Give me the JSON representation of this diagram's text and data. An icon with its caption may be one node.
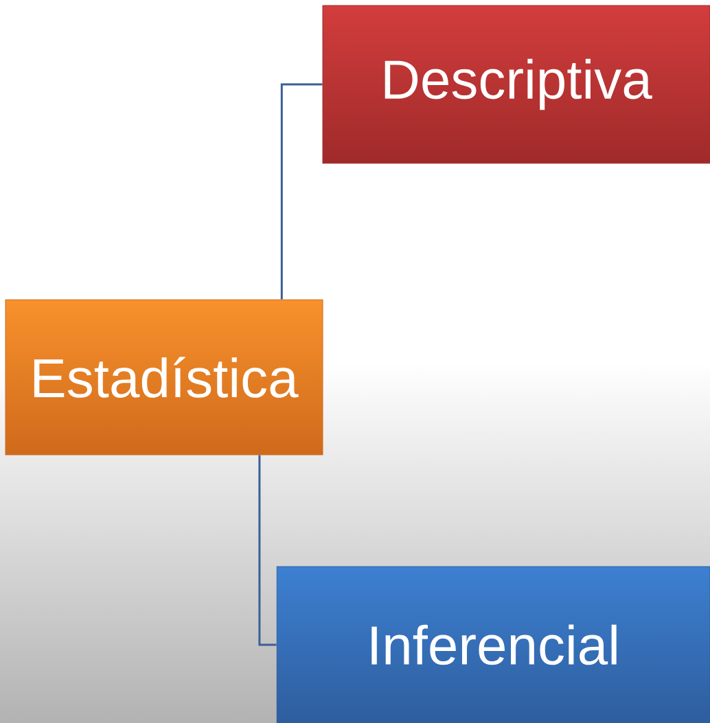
{
  "diagram": {
    "nodes": [
      {
        "text": [
          "Estadística"
        ]
      },
      {
        "text": [
          "Descriptiva"
        ]
      },
      {
        "text": [
          "Inferencial"
        ]
      }
    ],
    "edges": [
      {
        "from": 0,
        "to": 1,
        "arrow": "none"
      },
      {
        "from": 0,
        "to": 2,
        "arrow": "none"
      }
    ]
  }
}
